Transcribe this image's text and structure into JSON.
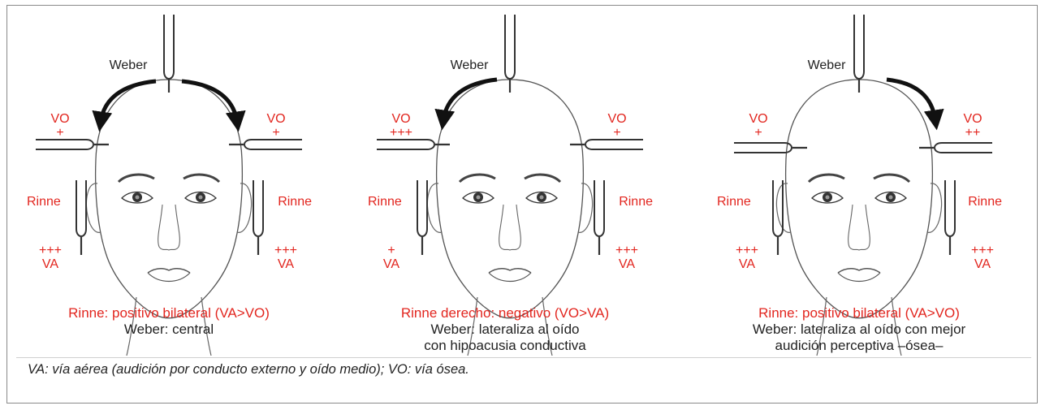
{
  "panels": [
    {
      "weber_label": "Weber",
      "left_vo": "VO",
      "left_vo_level": "+",
      "right_vo": "VO",
      "right_vo_level": "+",
      "left_rinne": "Rinne",
      "right_rinne": "Rinne",
      "left_va_level": "+++",
      "left_va": "VA",
      "right_va_level": "+++",
      "right_va": "VA",
      "arrows": "both",
      "caption_red": "Rinne: positivo bilateral (VA>VO)",
      "caption_lines": [
        "Weber: central"
      ]
    },
    {
      "weber_label": "Weber",
      "left_vo": "VO",
      "left_vo_level": "+++",
      "right_vo": "VO",
      "right_vo_level": "+",
      "left_rinne": "Rinne",
      "right_rinne": "Rinne",
      "left_va_level": "+",
      "left_va": "VA",
      "right_va_level": "+++",
      "right_va": "VA",
      "arrows": "left",
      "caption_red": "Rinne derecho: negativo (VO>VA)",
      "caption_lines": [
        "Weber: lateraliza al oído",
        "con hipoacusia conductiva"
      ]
    },
    {
      "weber_label": "Weber",
      "left_vo": "VO",
      "left_vo_level": "+",
      "right_vo": "VO",
      "right_vo_level": "++",
      "left_rinne": "Rinne",
      "right_rinne": "Rinne",
      "left_va_level": "+++",
      "left_va": "VA",
      "right_va_level": "+++",
      "right_va": "VA",
      "arrows": "right",
      "caption_red": "Rinne: positivo bilateral (VA>VO)",
      "caption_lines": [
        "Weber: lateraliza al oído con mejor",
        "audición perceptiva –ósea–"
      ]
    }
  ],
  "footnote": "VA: vía aérea (audición por conducto externo y oído medio); VO: vía ósea.",
  "colors": {
    "accent_red": "#e2261f",
    "text": "#222222",
    "line": "#333333"
  }
}
